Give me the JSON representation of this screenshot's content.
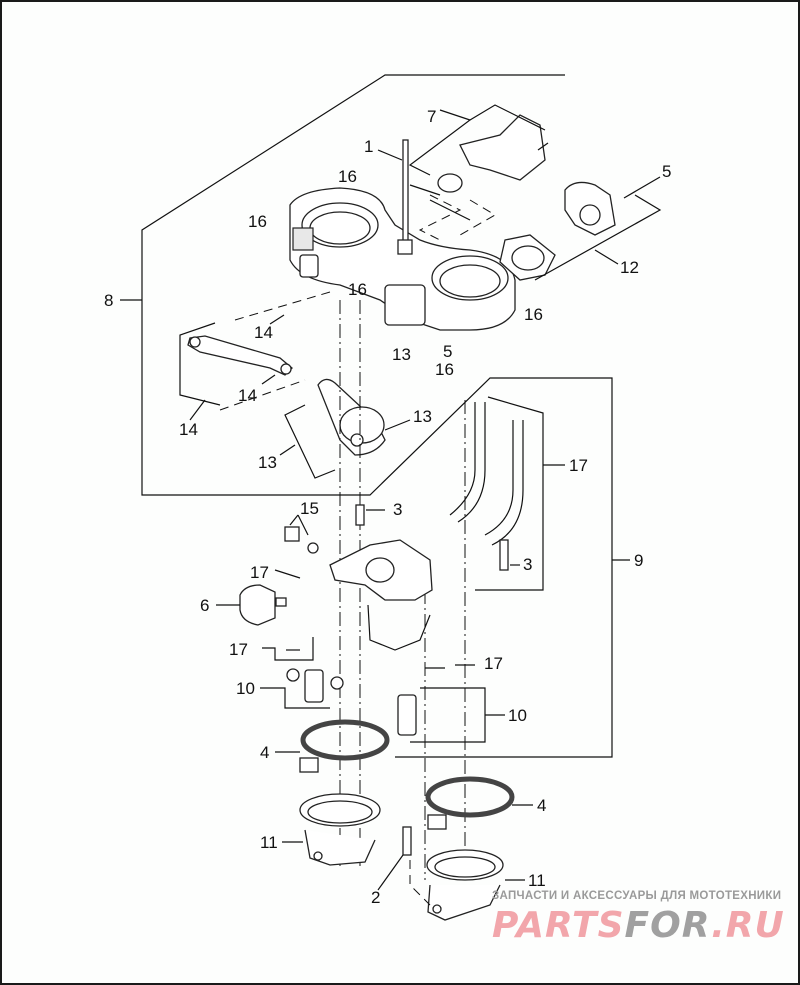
{
  "diagram": {
    "title": "Induction module exploded parts view",
    "callouts": [
      {
        "id": "c1",
        "text": "1"
      },
      {
        "id": "c2",
        "text": "2"
      },
      {
        "id": "c3a",
        "text": "3"
      },
      {
        "id": "c3b",
        "text": "3"
      },
      {
        "id": "c4a",
        "text": "4"
      },
      {
        "id": "c4b",
        "text": "4"
      },
      {
        "id": "c5a",
        "text": "5"
      },
      {
        "id": "c5b",
        "text": "5"
      },
      {
        "id": "c6",
        "text": "6"
      },
      {
        "id": "c7",
        "text": "7"
      },
      {
        "id": "c8",
        "text": "8"
      },
      {
        "id": "c9",
        "text": "9"
      },
      {
        "id": "c10a",
        "text": "10"
      },
      {
        "id": "c10b",
        "text": "10"
      },
      {
        "id": "c11a",
        "text": "11"
      },
      {
        "id": "c11b",
        "text": "11"
      },
      {
        "id": "c12",
        "text": "12"
      },
      {
        "id": "c13a",
        "text": "13"
      },
      {
        "id": "c13b",
        "text": "13"
      },
      {
        "id": "c13c",
        "text": "13"
      },
      {
        "id": "c14a",
        "text": "14"
      },
      {
        "id": "c14b",
        "text": "14"
      },
      {
        "id": "c14c",
        "text": "14"
      },
      {
        "id": "c15",
        "text": "15"
      },
      {
        "id": "c16a",
        "text": "16"
      },
      {
        "id": "c16b",
        "text": "16"
      },
      {
        "id": "c16c",
        "text": "16"
      },
      {
        "id": "c16d",
        "text": "16"
      },
      {
        "id": "c16e",
        "text": "16"
      },
      {
        "id": "c17a",
        "text": "17"
      },
      {
        "id": "c17b",
        "text": "17"
      },
      {
        "id": "c17c",
        "text": "17"
      },
      {
        "id": "c17d",
        "text": "17"
      }
    ]
  },
  "watermark": {
    "tagline": "ЗАПЧАСТИ И АКСЕССУАРЫ ДЛЯ МОТОТЕХНИКИ",
    "logo_part1": "PARTS",
    "logo_part2": "FOR",
    "logo_part3": ".RU",
    "colors": {
      "pink": "#f2a6ab",
      "gray": "#a0a0a0"
    }
  }
}
